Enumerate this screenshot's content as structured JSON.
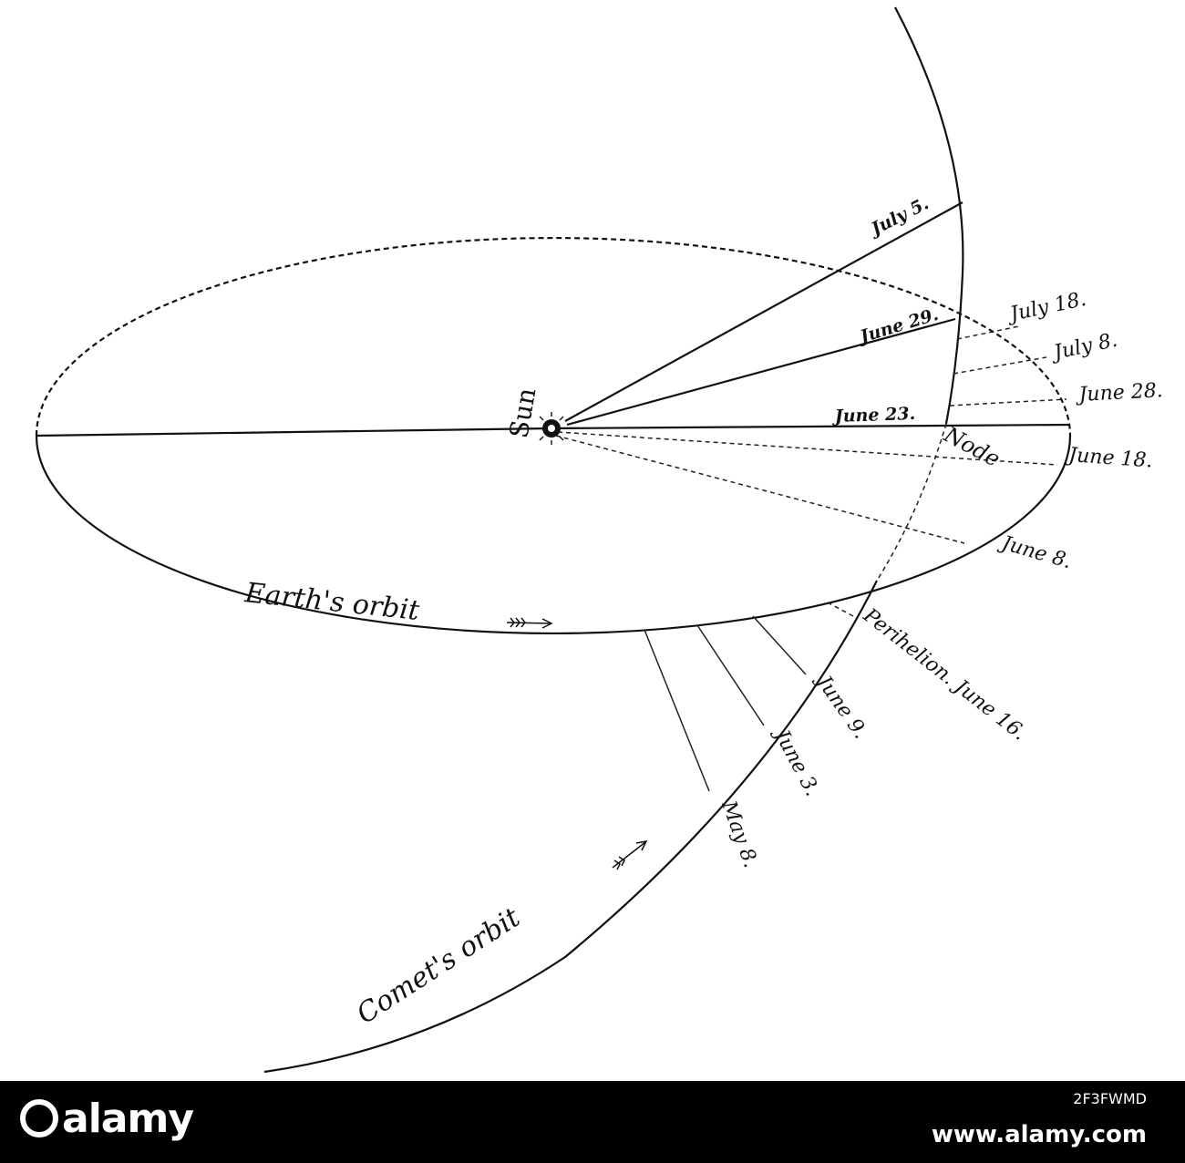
{
  "labels": {
    "sun": "Sun",
    "node": "Node",
    "earth_orbit": "Earth's orbit",
    "comet_orbit": "Comet's orbit",
    "perihelion": "Perihelion. June 16.",
    "comet_dates": [
      "July 5.",
      "June 29.",
      "June 23.",
      "June 9.",
      "June 3.",
      "May 8."
    ],
    "earth_dates": [
      "July 18.",
      "July 8.",
      "June 28.",
      "June 18.",
      "June 8."
    ]
  },
  "footer": {
    "brand": "alamy",
    "image_id": "2F3FWMD",
    "url": "www.alamy.com"
  },
  "colors": {
    "ink": "#111111",
    "paper": "#ffffff",
    "footer_bg": "#000000"
  }
}
